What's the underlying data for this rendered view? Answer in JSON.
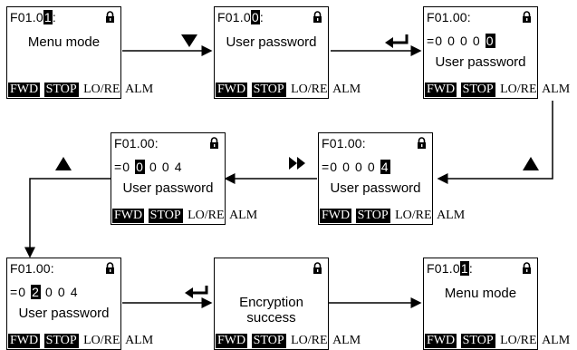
{
  "status_bar": {
    "fwd": "FWD",
    "stop": "STOP",
    "lore": "LO/RE",
    "alm": "ALM"
  },
  "icons": {
    "lock": "padlock-icon",
    "down": "down-arrow-key-icon",
    "up": "up-arrow-key-icon",
    "shift": "shift-key-icon",
    "enter": "enter-key-icon"
  },
  "panels": {
    "p1": {
      "code_prefix": "F01.0",
      "code_cursor": "1",
      "code_suffix": ":",
      "main": "Menu mode"
    },
    "p2": {
      "code_prefix": "F01.0",
      "code_cursor": "0",
      "code_suffix": ":",
      "main": "User password"
    },
    "p3": {
      "code": "F01.00:",
      "eq_prefix": "=0 0 0 0 ",
      "eq_cursor": "0",
      "eq_suffix": "",
      "pw": "User password"
    },
    "p4": {
      "code": "F01.00:",
      "eq_prefix": "=0 0 0 0 ",
      "eq_cursor": "4",
      "eq_suffix": "",
      "pw": "User password"
    },
    "p5": {
      "code": "F01.00:",
      "eq_prefix": "=0 ",
      "eq_cursor": "0",
      "eq_suffix": " 0 0 4",
      "pw": "User password"
    },
    "p6": {
      "code": "F01.00:",
      "eq_prefix": "=0 ",
      "eq_cursor": "2",
      "eq_suffix": " 0 0 4",
      "pw": "User password"
    },
    "p7": {
      "main": "Encryption success"
    },
    "p8": {
      "code_prefix": "F01.0",
      "code_cursor": "1",
      "code_suffix": ":",
      "main": "Menu mode"
    }
  }
}
